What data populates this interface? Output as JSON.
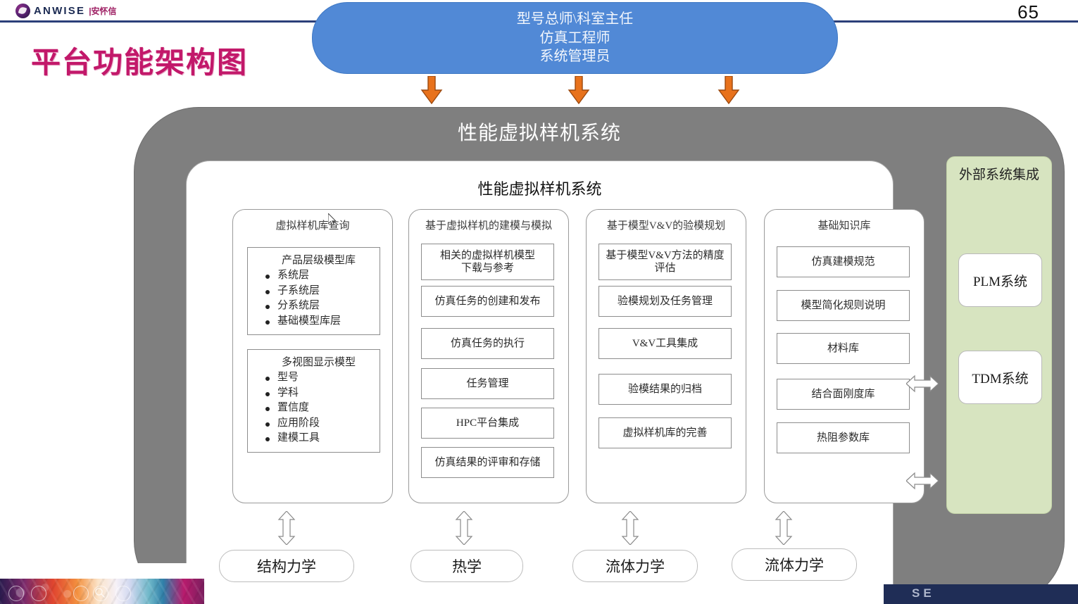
{
  "header": {
    "logo_text": "ANWISE",
    "logo_cn": "|安怀信",
    "page_number": "65",
    "slide_title": "平台功能架构图"
  },
  "roles_banner": {
    "lines": [
      "型号总师\\科室主任",
      "仿真工程师",
      "系统管理员"
    ],
    "fill_color": "#5189d6",
    "text_color": "#f2f6fc"
  },
  "arrows": {
    "down_arrow_color": "#e8721c",
    "down_arrow_outline": "#9c4a10",
    "double_arrow_fill": "#ffffff",
    "double_arrow_outline": "#808080",
    "down_count": 3
  },
  "main_container": {
    "title": "性能虚拟样机系统",
    "fill_color": "#7f7f7f",
    "inner_panel_title": "性能虚拟样机系统",
    "columns": [
      {
        "header": "虚拟样机库查询",
        "bullet_boxes": [
          {
            "title": "产品层级模型库",
            "items": [
              "系统层",
              "子系统层",
              "分系统层",
              "基础模型库层"
            ]
          },
          {
            "title": "多视图显示模型",
            "items": [
              "型号",
              "学科",
              "置信度",
              "应用阶段",
              "建模工具"
            ]
          }
        ],
        "cells": []
      },
      {
        "header": "基于虚拟样机的建模与模拟",
        "bullet_boxes": [],
        "cells": [
          "相关的虚拟样机模型\n下载与参考",
          "仿真任务的创建和发布",
          "仿真任务的执行",
          "任务管理",
          "HPC平台集成",
          "仿真结果的评审和存储"
        ]
      },
      {
        "header": "基于模型V&V的验模规划",
        "bullet_boxes": [],
        "cells": [
          "基于模型V&V方法的精度\n评估",
          "验模规划及任务管理",
          "V&V工具集成",
          "验模结果的归档",
          "虚拟样机库的完善"
        ]
      },
      {
        "header": "基础知识库",
        "bullet_boxes": [],
        "cells": [
          "仿真建模规范",
          "模型简化规则说明",
          "材料库",
          "结合面刚度库",
          "热阻参数库"
        ]
      }
    ]
  },
  "external_panel": {
    "title": "外部系统集成",
    "fill_color": "#d7e4c0",
    "systems": [
      "PLM系统",
      "TDM系统"
    ]
  },
  "disciplines": [
    "结构力学",
    "热学",
    "流体力学",
    "流体力学"
  ],
  "footer": {
    "navy_band_text": "SE",
    "navy_band_color": "#1f2d56"
  }
}
